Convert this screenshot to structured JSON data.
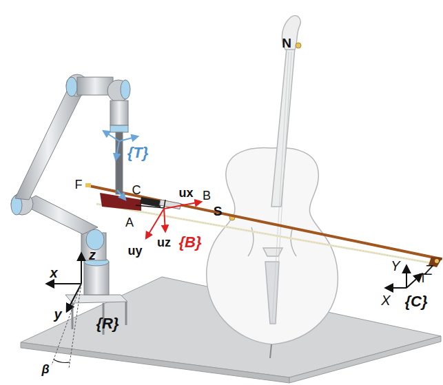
{
  "diagram": {
    "labels": [
      "N",
      "{T}",
      "F",
      "C",
      "ux",
      "B",
      "S",
      "A",
      "uy",
      "uz",
      "{B}",
      "z",
      "x",
      "y",
      "{R}",
      "β",
      "T",
      "Y",
      "Z",
      "X",
      "{C}"
    ]
  }
}
